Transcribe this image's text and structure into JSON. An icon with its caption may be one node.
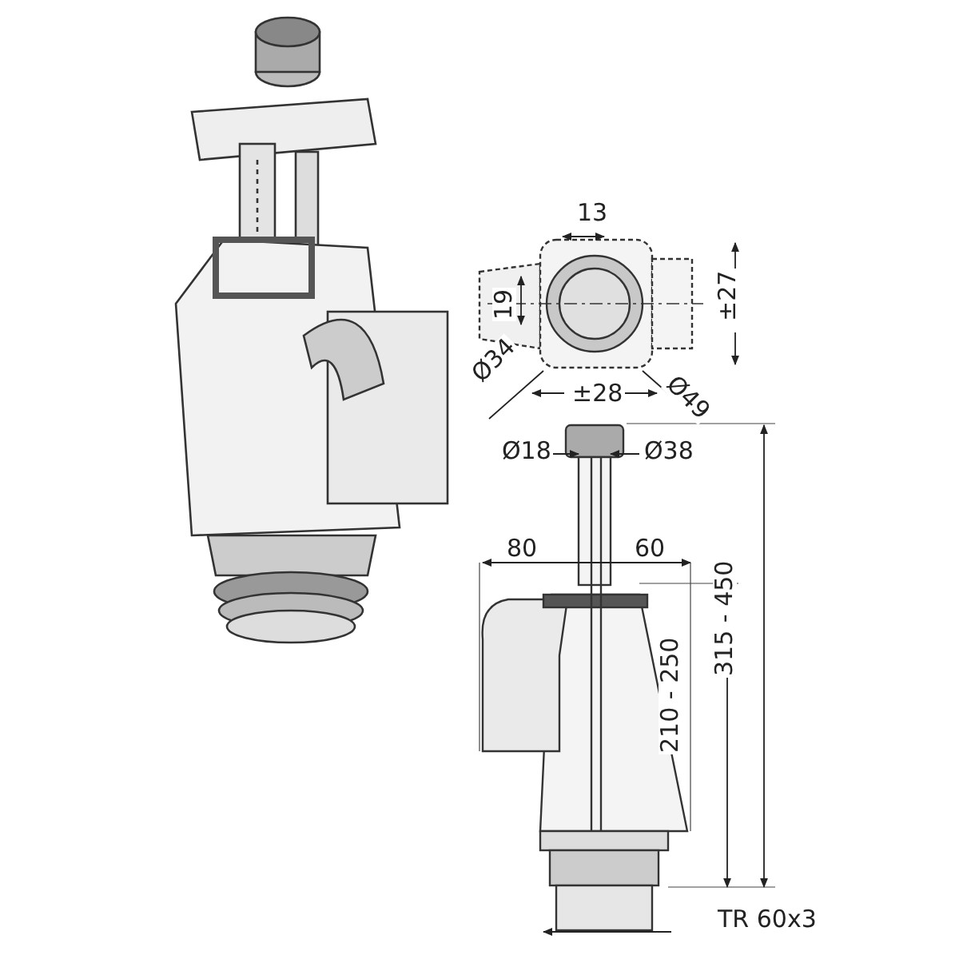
{
  "diagram": {
    "labels": [
      "13",
      "19",
      "±27",
      "Ø34",
      "Ø49",
      "±28",
      "Ø18",
      "Ø38",
      "80",
      "60",
      "210 - 250",
      "315 - 450",
      "TR 60x3"
    ]
  }
}
